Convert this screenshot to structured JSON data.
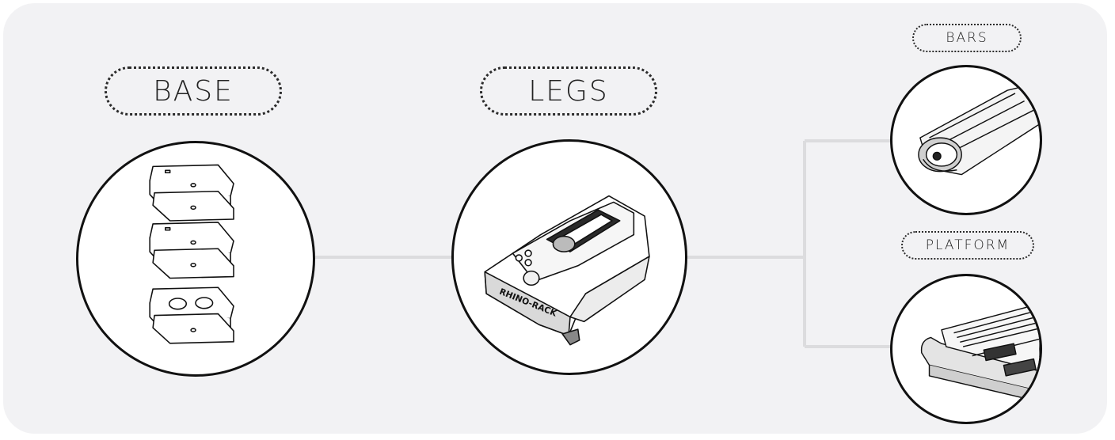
{
  "diagram": {
    "labels": {
      "base": "BASE",
      "legs": "LEGS",
      "bars": "BARS",
      "platform": "PLATFORM"
    },
    "components": [
      {
        "id": "base",
        "illustration": "mounting-bracket-stack-icon"
      },
      {
        "id": "legs",
        "illustration": "roof-rack-leg-icon"
      },
      {
        "id": "bars",
        "illustration": "aero-bar-end-icon"
      },
      {
        "id": "platform",
        "illustration": "platform-corner-icon"
      }
    ],
    "colors": {
      "panel": "#f2f2f4",
      "connector": "#dcdcde",
      "outline": "#111111"
    }
  }
}
